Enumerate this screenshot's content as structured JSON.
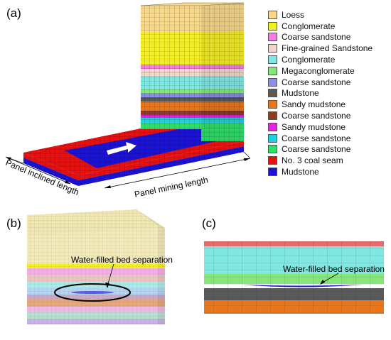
{
  "panels": {
    "a": {
      "label": "(a)"
    },
    "b": {
      "label": "(b)"
    },
    "c": {
      "label": "(c)"
    }
  },
  "legend": {
    "items": [
      {
        "label": "Loess",
        "color": "#f8d98a"
      },
      {
        "label": "Conglomerate",
        "color": "#f4ef22"
      },
      {
        "label": " Coarse sandstone",
        "color": "#f27ee0"
      },
      {
        "label": "Fine-grained Sandstone",
        "color": "#f0d5c8"
      },
      {
        "label": "Conglomerate",
        "color": "#7fe8e3"
      },
      {
        "label": "Megaconglomerate",
        "color": "#86e67a"
      },
      {
        "label": "Coarse sandstone",
        "color": "#8a8fe6"
      },
      {
        "label": "Mudstone",
        "color": "#5a5a5a"
      },
      {
        "label": "Sandy mudstone",
        "color": "#e9761c"
      },
      {
        "label": "Coarse sandstone",
        "color": "#8a3b2a"
      },
      {
        "label": "Sandy mudstone",
        "color": "#e424e0"
      },
      {
        "label": "Coarse sandstone",
        "color": "#23cfd9"
      },
      {
        "label": "Coarse sandstone",
        "color": "#2ee06a"
      },
      {
        "label": "No. 3 coal seam",
        "color": "#e80f0f"
      },
      {
        "label": "Mudstone",
        "color": "#1a12d4"
      }
    ]
  },
  "annotations": {
    "panel_inclined_length": "Panel inclined length",
    "panel_mining_length": "Panel mining length",
    "bed_separation_b": "Water-filled bed separation",
    "bed_separation_c": "Water-filled bed separation"
  }
}
